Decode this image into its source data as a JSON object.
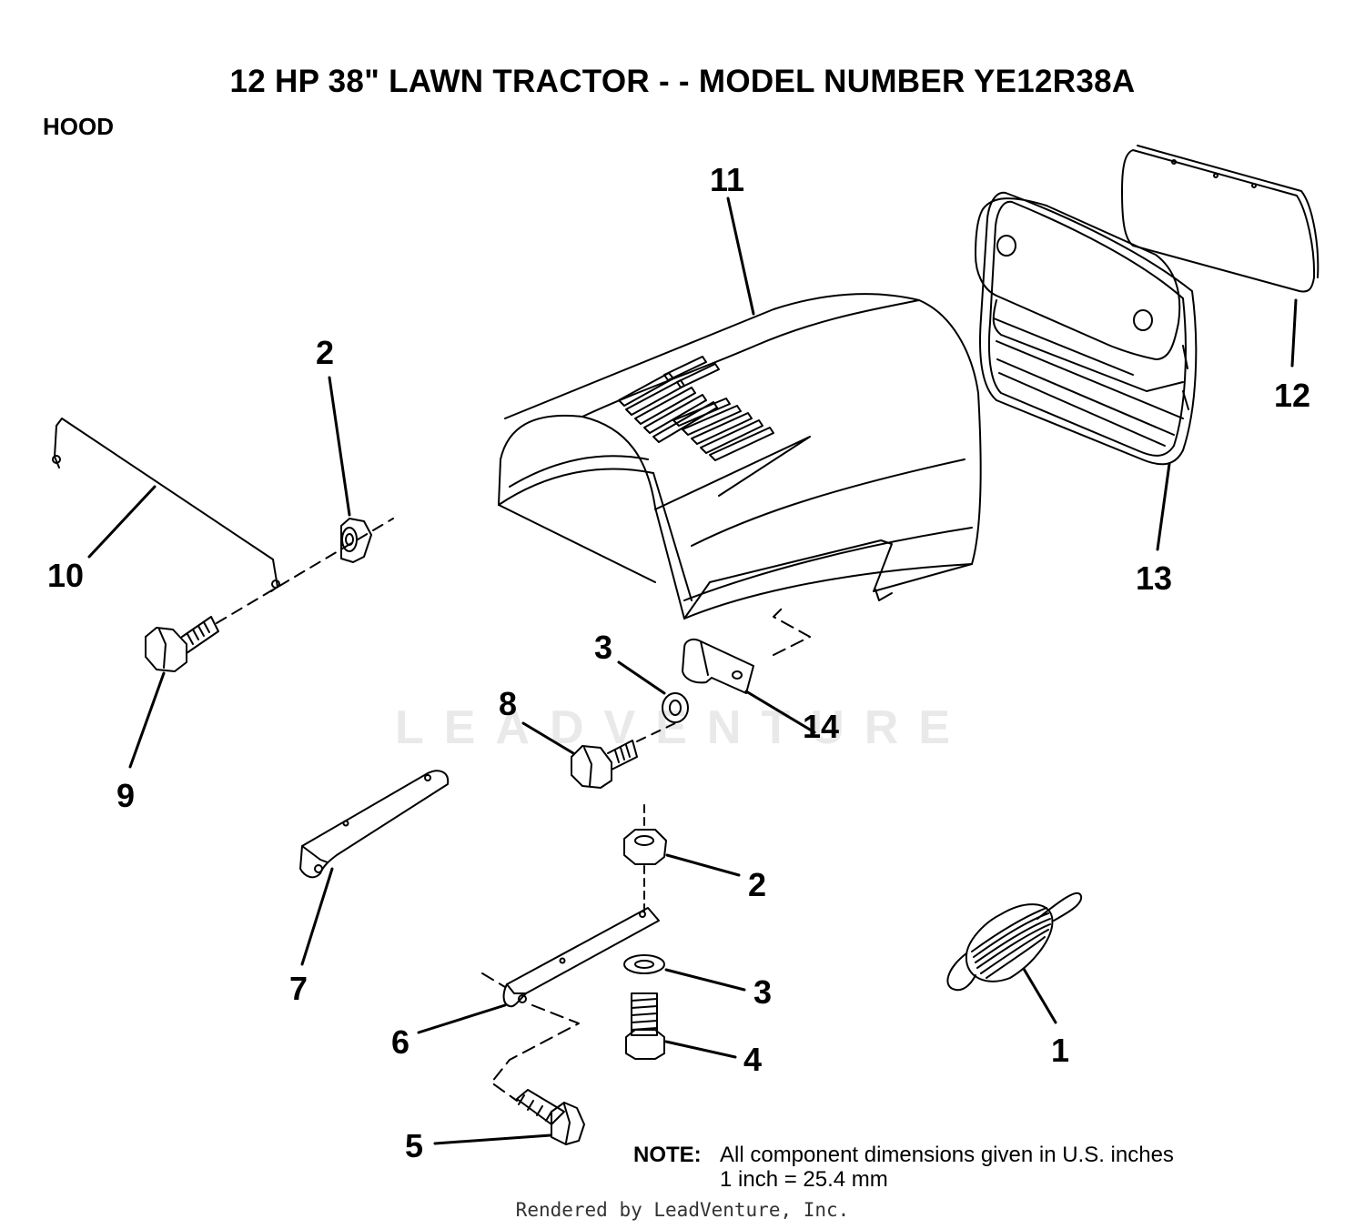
{
  "title": "12 HP 38\" LAWN TRACTOR - - MODEL NUMBER YE12R38A",
  "section": "HOOD",
  "watermark": "LEADVENTURE",
  "note": {
    "label": "NOTE:",
    "line1": "All component dimensions given in U.S. inches",
    "line2": "1 inch = 25.4 mm"
  },
  "footer": "Rendered by LeadVenture, Inc.",
  "callouts": {
    "c11": "11",
    "c12": "12",
    "c13": "13",
    "c2a": "2",
    "c10": "10",
    "c9": "9",
    "c3a": "3",
    "c8": "8",
    "c14": "14",
    "c7": "7",
    "c2b": "2",
    "c3b": "3",
    "c6": "6",
    "c4": "4",
    "c1": "1",
    "c5": "5"
  }
}
